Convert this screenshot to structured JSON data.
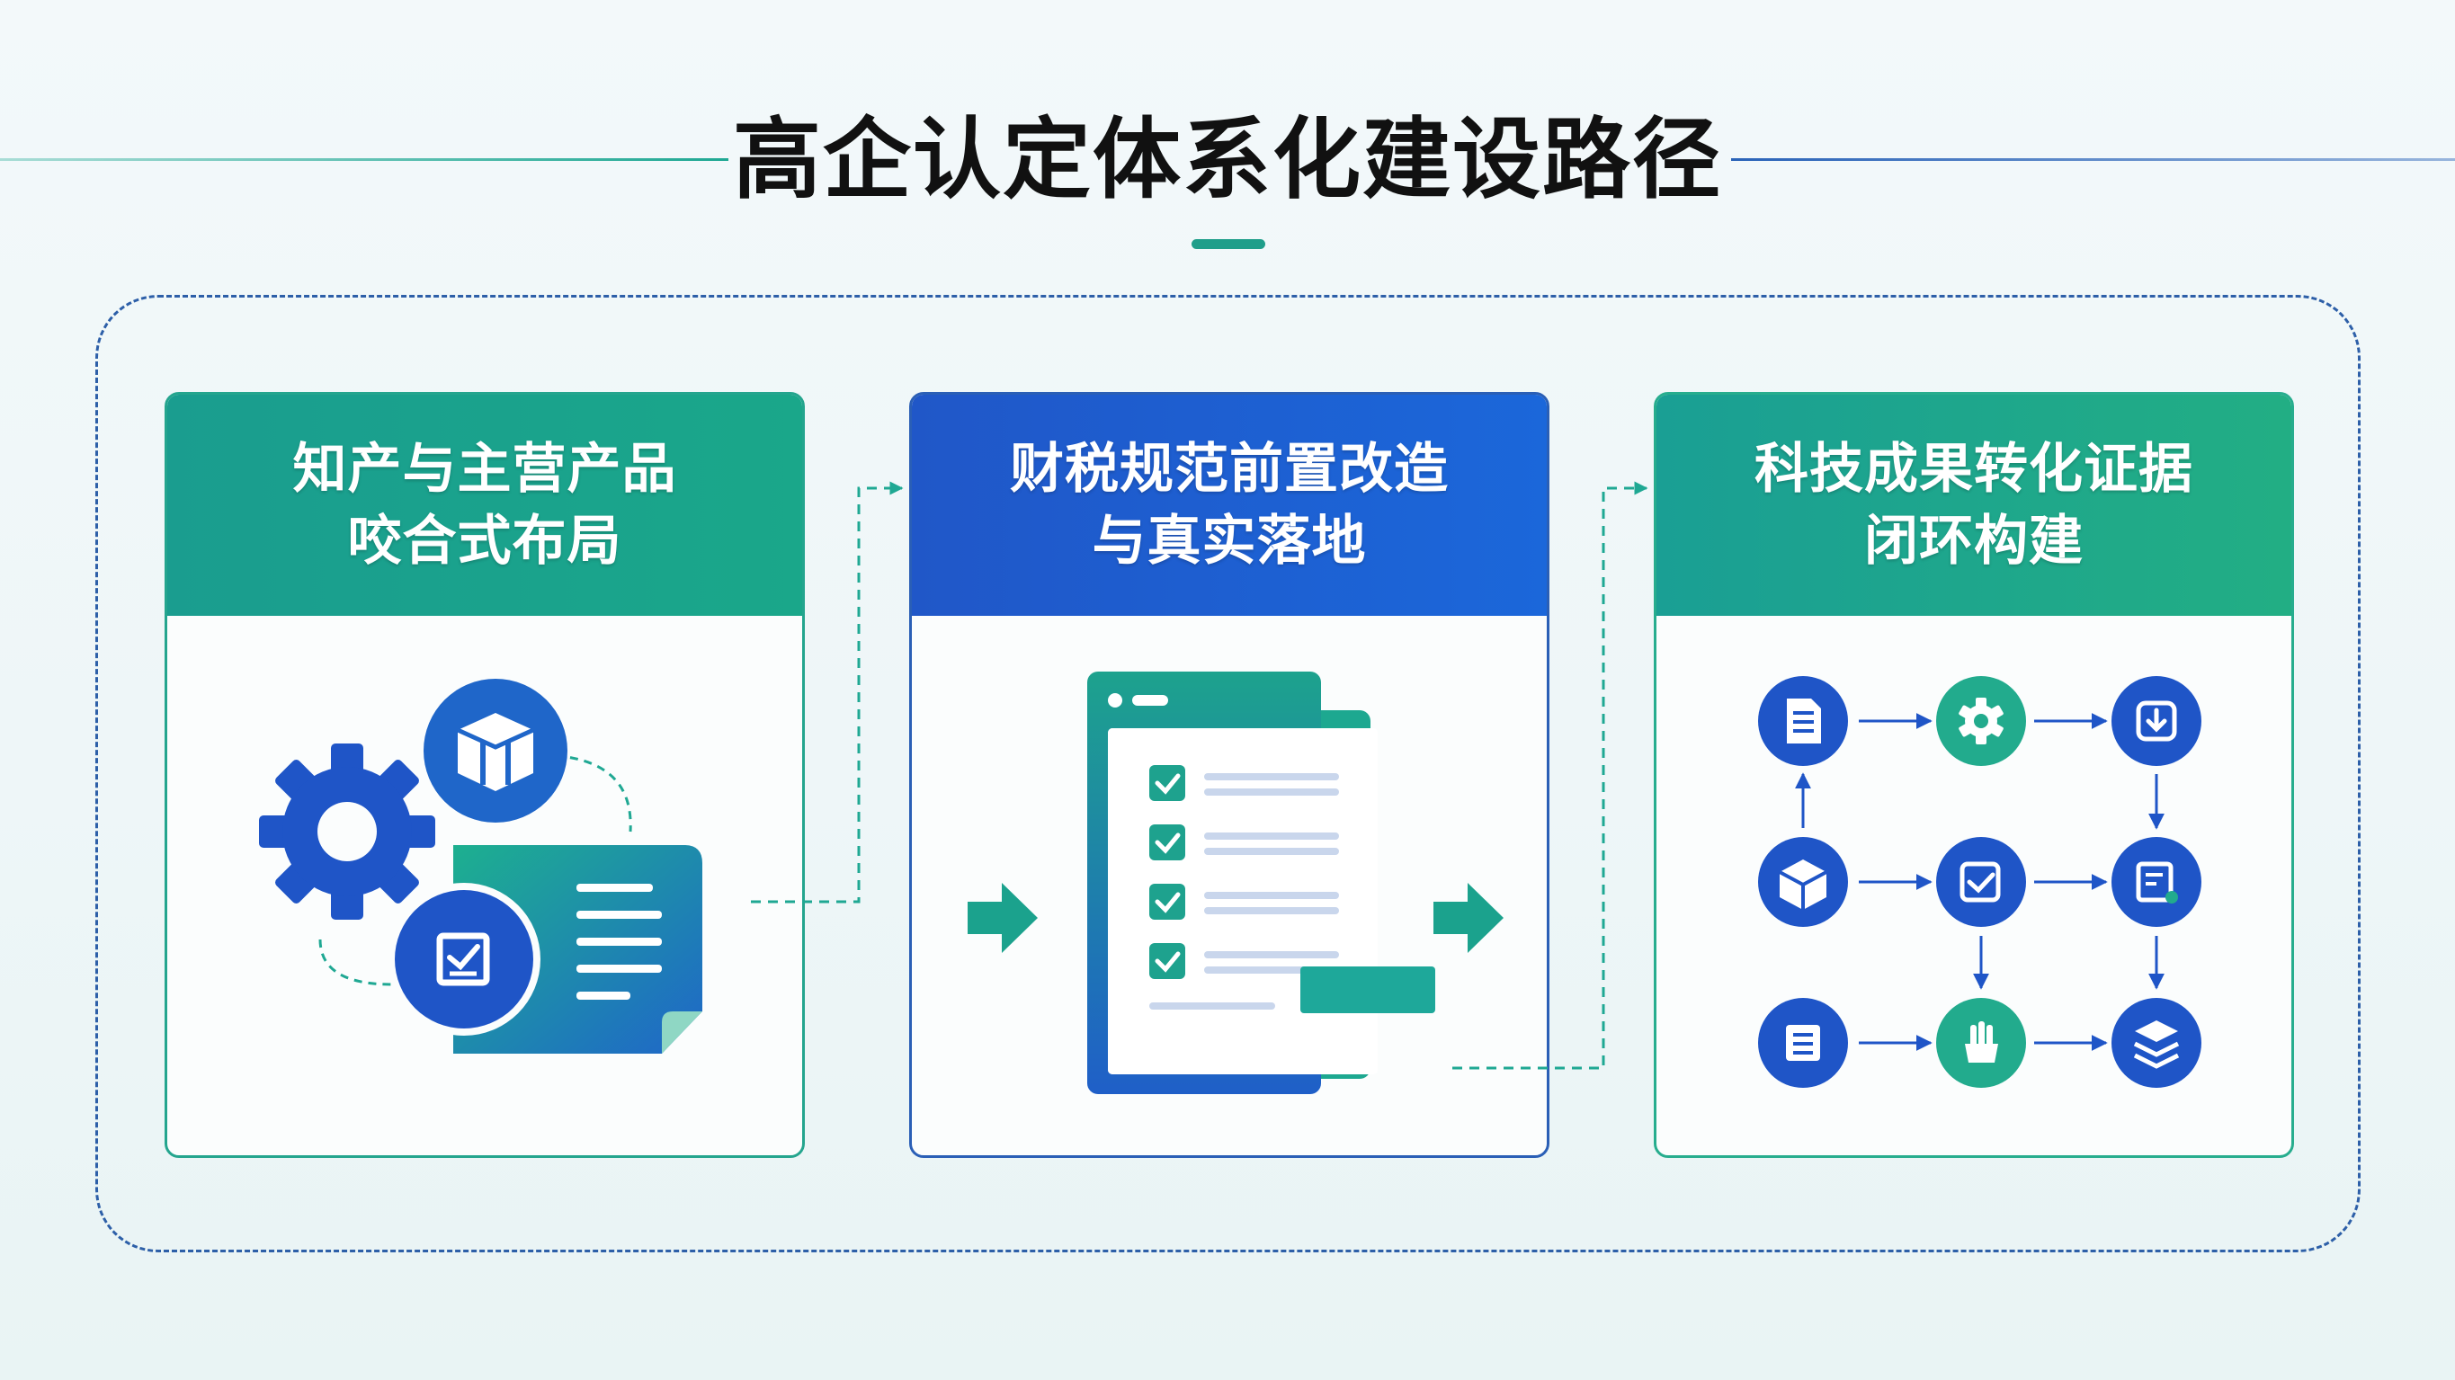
{
  "title": "高企认定体系化建设路径",
  "stages": [
    {
      "title_line1": "知产与主营产品",
      "title_line2": "咬合式布局"
    },
    {
      "title_line1": "财税规范前置改造",
      "title_line2": "与真实落地"
    },
    {
      "title_line1": "科技成果转化证据",
      "title_line2": "闭环构建"
    }
  ],
  "colors": {
    "teal": "#1fa893",
    "blue": "#1f5fc8",
    "green": "#27ad8e"
  },
  "icons": {
    "stage1": [
      "gear-icon",
      "package-icon",
      "checklist-badge-icon",
      "document-icon"
    ],
    "stage2": [
      "checklist-document-icon",
      "arrow-right-icon"
    ],
    "stage3": [
      "document-icon",
      "gear-icon",
      "download-icon",
      "cube-icon",
      "check-icon",
      "report-icon",
      "list-icon",
      "hand-icon",
      "layers-icon"
    ]
  }
}
